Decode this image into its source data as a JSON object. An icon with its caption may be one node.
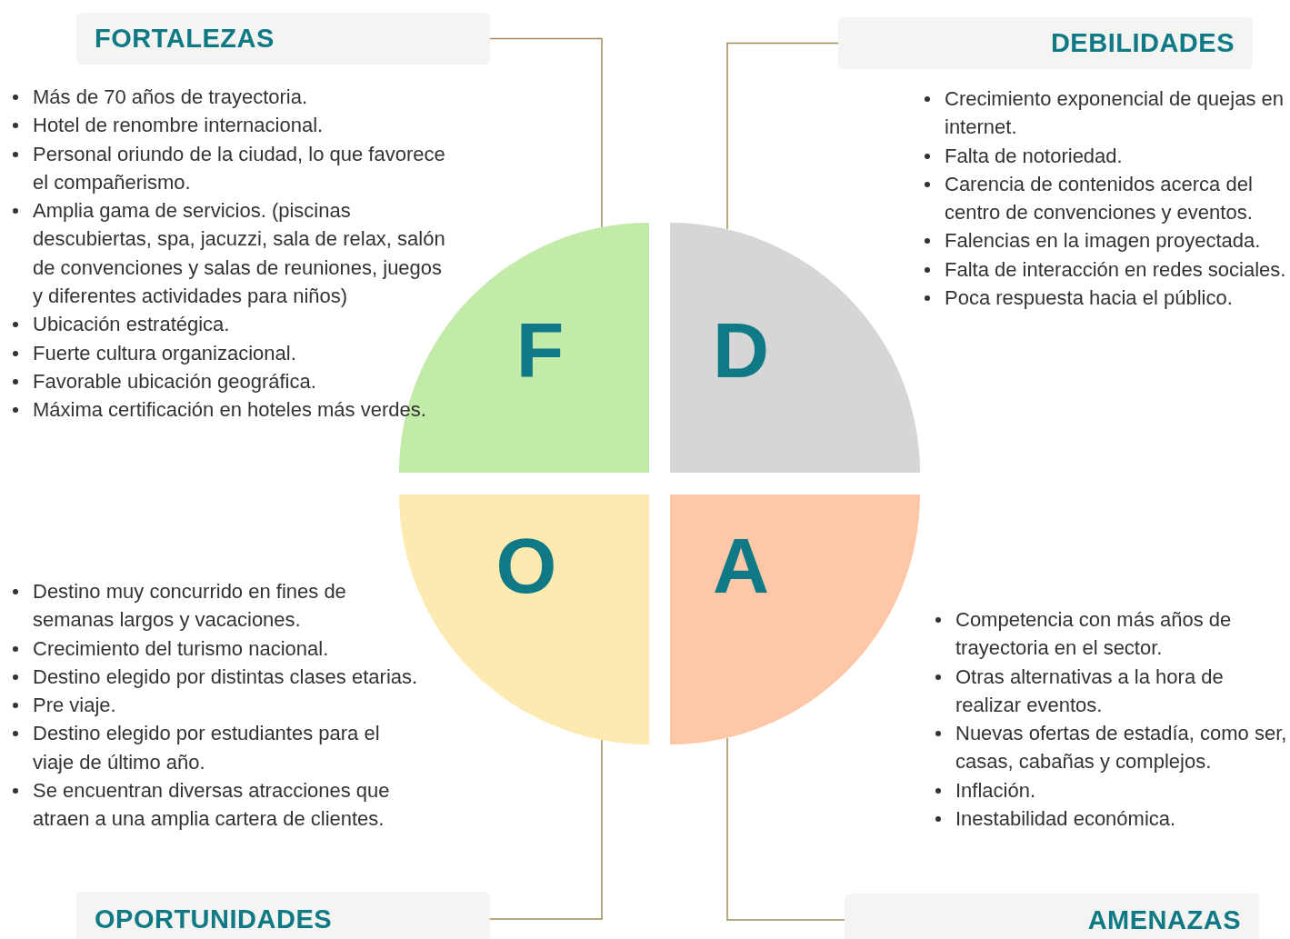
{
  "diagram": {
    "nodes": [
      {
        "text": [
          "FORTALEZAS"
        ],
        "beside": [
          "Más de 70 años de trayectoria.",
          "Hotel de renombre internacional.",
          "Personal oriundo de la ciudad, lo que favorece el compañerismo.",
          "Amplia gama de servicios. (piscinas descubiertas, spa, jacuzzi, sala de relax, salón de convenciones y salas de reuniones, juegos y diferentes actividades para niños)",
          "Ubicación estratégica.",
          "Fuerte cultura organizacional.",
          "Favorable ubicación geográfica.",
          "Máxima certificación en hoteles más verdes."
        ]
      },
      {
        "text": [
          "DEBILIDADES"
        ],
        "beside": [
          "Crecimiento exponencial de quejas en internet.",
          "Falta de notoriedad.",
          "Carencia de contenidos acerca del centro de convenciones y eventos.",
          "Falencias en la imagen proyectada.",
          "Falta de interacción en redes sociales.",
          "Poca respuesta hacia el público."
        ]
      },
      {
        "text": [
          "F"
        ]
      },
      {
        "text": [
          "D"
        ]
      },
      {
        "text": [
          "O"
        ]
      },
      {
        "text": [
          "A"
        ]
      },
      {
        "text": [
          "OPORTUNIDADES"
        ],
        "beside": [
          "Destino muy concurrido en fines de semanas largos y vacaciones.",
          "Crecimiento del turismo nacional.",
          "Destino elegido por distintas clases etarias.",
          "Pre viaje.",
          "Destino elegido por estudiantes para el viaje de último año.",
          "Se encuentran diversas atracciones que atraen a una amplia cartera de clientes."
        ]
      },
      {
        "text": [
          "AMENAZAS"
        ],
        "beside": [
          "Competencia con más años de trayectoria en el sector.",
          "Otras alternativas a la hora de realizar eventos.",
          "Nuevas ofertas de estadía, como ser, casas, cabañas y complejos.",
          "Inflación.",
          "Inestabilidad económica."
        ]
      }
    ],
    "edges": [
      {
        "from": 0,
        "to": 2,
        "arrow": "none"
      },
      {
        "from": 1,
        "to": 3,
        "arrow": "none"
      },
      {
        "from": 6,
        "to": 4,
        "arrow": "none"
      },
      {
        "from": 7,
        "to": 5,
        "arrow": "none"
      }
    ]
  }
}
